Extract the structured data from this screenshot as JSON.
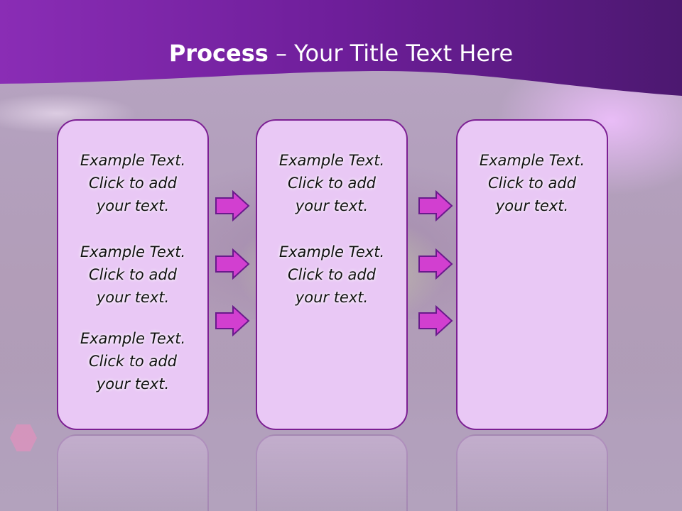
{
  "slide": {
    "title_bold": "Process",
    "title_rest": " – Your Title Text Here",
    "colors": {
      "header": "#6a1a8c",
      "box_fill": "#e9c8f5",
      "box_border": "#7c1f93",
      "arrow_fill": "#d23fd0"
    }
  },
  "columns": [
    {
      "items": [
        "Example Text.\nClick  to add\nyour text.",
        "Example Text.\nClick  to add\nyour text.",
        "Example Text.\nClick  to add\nyour text."
      ]
    },
    {
      "items": [
        "Example Text.\nClick  to add\nyour text.",
        "Example Text.\nClick  to add\nyour text."
      ]
    },
    {
      "items": [
        "Example Text.\nClick  to add\nyour text."
      ]
    }
  ],
  "arrows": {
    "icon": "right-arrow-icon",
    "count_between_columns": 3
  }
}
